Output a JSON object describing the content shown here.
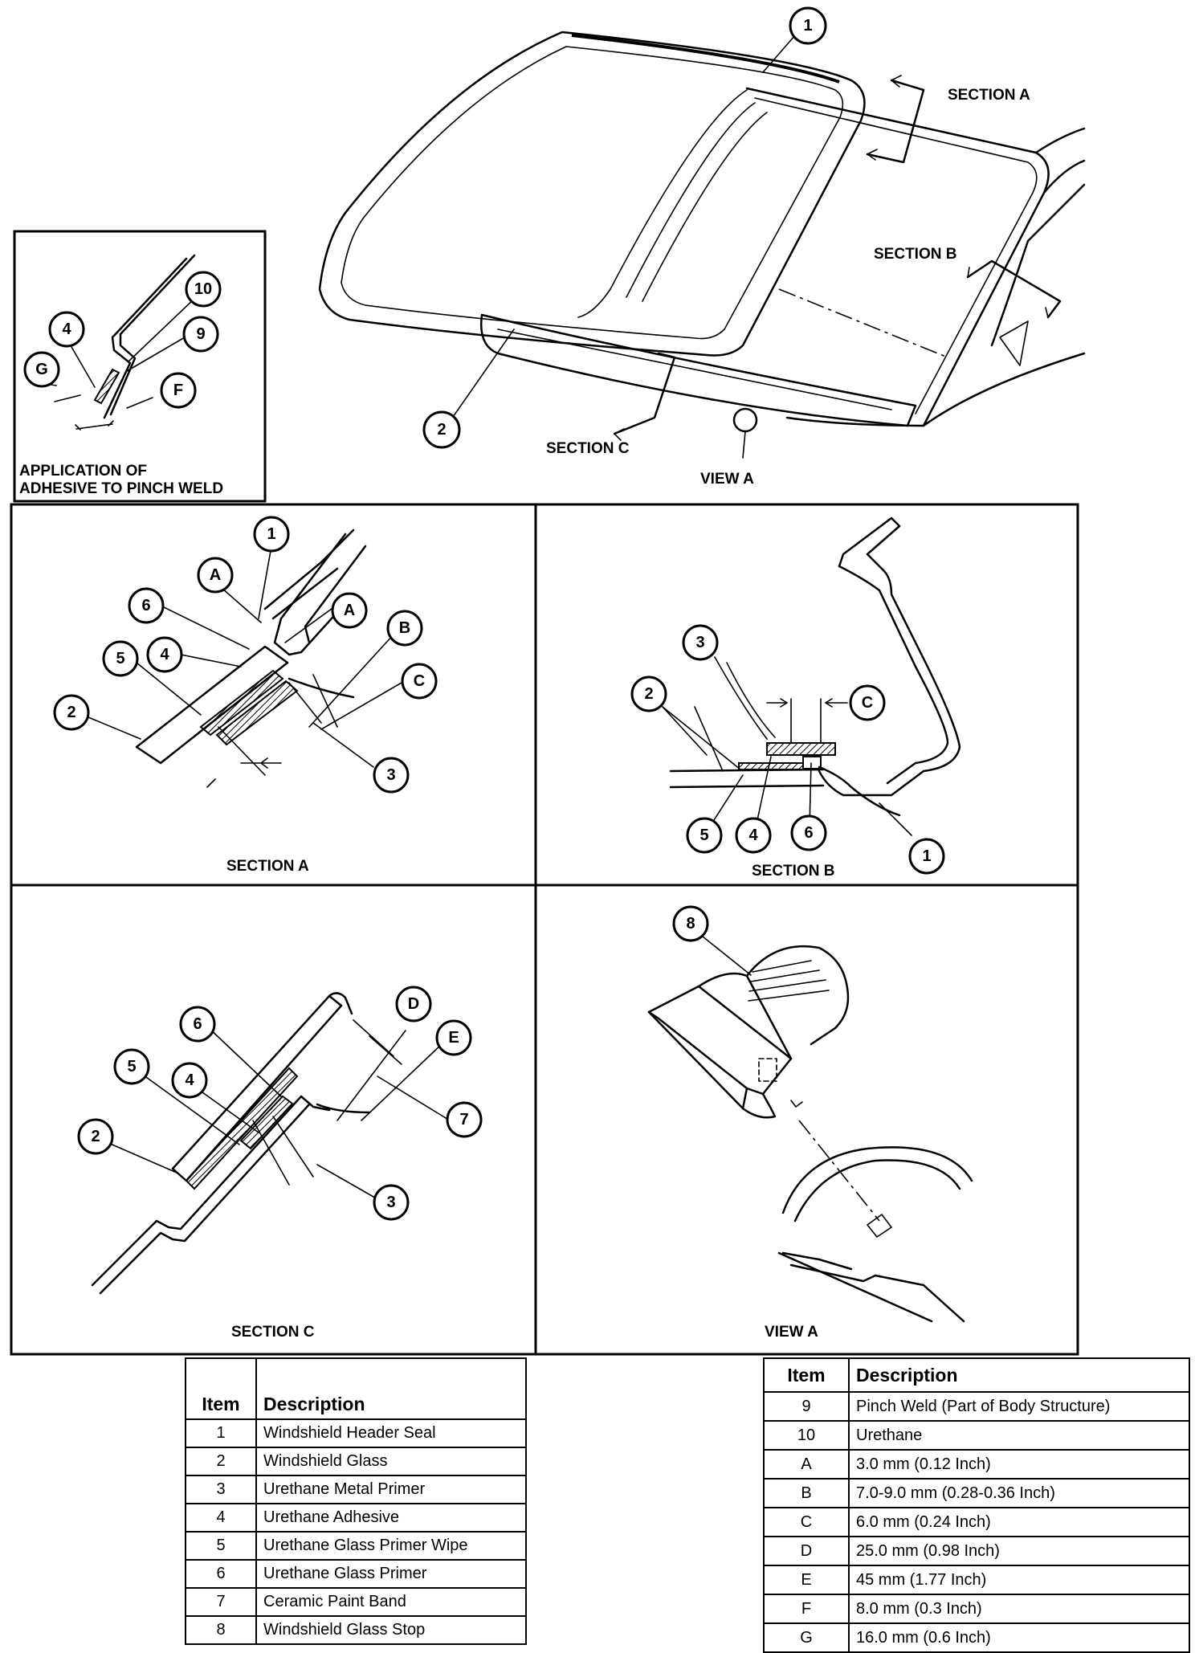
{
  "captions": {
    "pinch_weld": [
      "APPLICATION OF",
      "ADHESIVE TO PINCH WELD"
    ],
    "section_a_top": "SECTION A",
    "section_b_top": "SECTION B",
    "section_c_top": "SECTION C",
    "view_a_top": "VIEW A",
    "panel_section_a": "SECTION A",
    "panel_section_b": "SECTION B",
    "panel_section_c": "SECTION C",
    "panel_view_a": "VIEW A"
  },
  "callouts": {
    "numbers": [
      "1",
      "2",
      "3",
      "4",
      "5",
      "6",
      "7",
      "8",
      "9",
      "10"
    ],
    "letters": [
      "A",
      "B",
      "C",
      "D",
      "E",
      "F",
      "G"
    ]
  },
  "parts_table_1": {
    "headers": [
      "Item",
      "Description"
    ],
    "rows": [
      [
        "1",
        "Windshield Header Seal"
      ],
      [
        "2",
        "Windshield Glass"
      ],
      [
        "3",
        "Urethane Metal Primer"
      ],
      [
        "4",
        "Urethane Adhesive"
      ],
      [
        "5",
        "Urethane Glass Primer Wipe"
      ],
      [
        "6",
        "Urethane Glass Primer"
      ],
      [
        "7",
        "Ceramic Paint Band"
      ],
      [
        "8",
        "Windshield Glass Stop"
      ]
    ]
  },
  "parts_table_2": {
    "headers": [
      "Item",
      "Description"
    ],
    "rows": [
      [
        "9",
        "Pinch Weld (Part of Body Structure)"
      ],
      [
        "10",
        "Urethane"
      ],
      [
        "A",
        "3.0 mm (0.12 Inch)"
      ],
      [
        "B",
        "7.0-9.0 mm (0.28-0.36 Inch)"
      ],
      [
        "C",
        "6.0 mm (0.24 Inch)"
      ],
      [
        "D",
        "25.0 mm (0.98 Inch)"
      ],
      [
        "E",
        "45 mm (1.77 Inch)"
      ],
      [
        "F",
        "8.0 mm (0.3 Inch)"
      ],
      [
        "G",
        "16.0 mm (0.6 Inch)"
      ]
    ]
  }
}
